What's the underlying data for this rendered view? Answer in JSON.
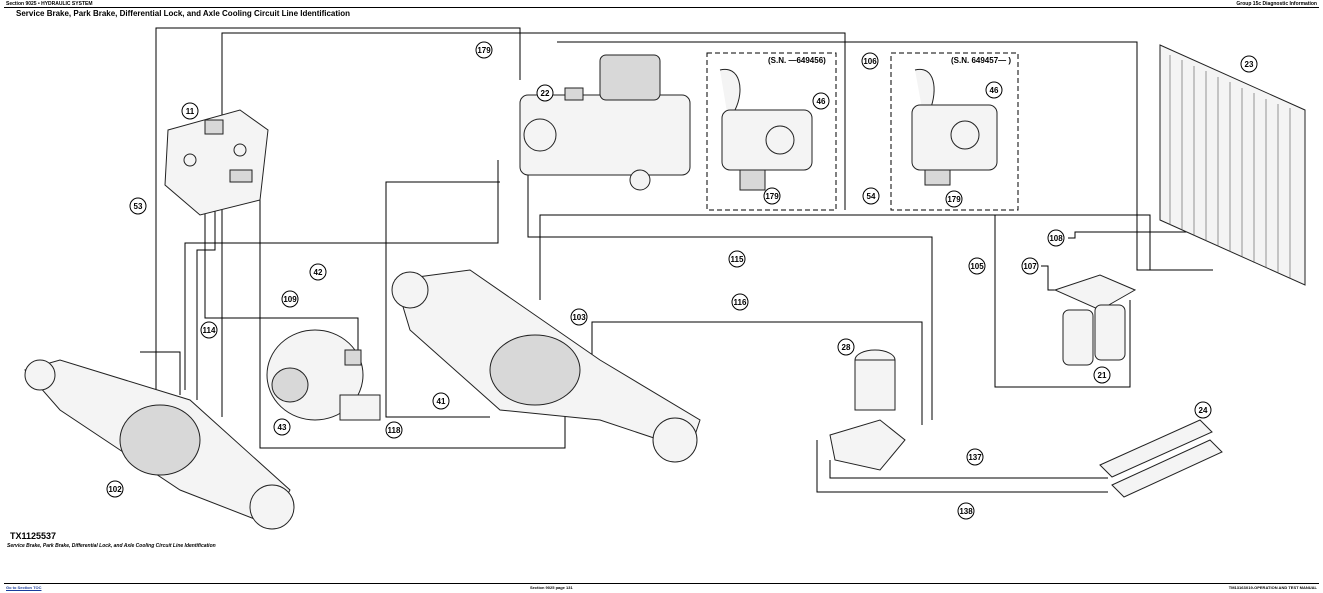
{
  "header": {
    "left": "Section 9025 • HYDRAULIC SYSTEM",
    "right": "Group 15c Diagnostic Information"
  },
  "title": "Service Brake, Park Brake, Differential Lock, and Axle Cooling Circuit Line Identification",
  "figure_id": "TX1125537",
  "caption": "Service Brake, Park Brake, Differential Lock, and Axle Cooling Circuit Line Identification",
  "serial_labels": {
    "left": "(S.N. —649456)",
    "right": "(S.N. 649457— )"
  },
  "callouts": {
    "c179a": "179",
    "c106": "106",
    "c23": "23",
    "c22": "22",
    "c46a": "46",
    "c46b": "46",
    "c11": "11",
    "c53": "53",
    "c179b": "179",
    "c179c": "179",
    "c54": "54",
    "c108": "108",
    "c107": "107",
    "c105": "105",
    "c42": "42",
    "c115": "115",
    "c109": "109",
    "c116": "116",
    "c103": "103",
    "c114": "114",
    "c28": "28",
    "c21": "21",
    "c41": "41",
    "c43": "43",
    "c118": "118",
    "c24": "24",
    "c137": "137",
    "c102": "102",
    "c138": "138"
  },
  "footer": {
    "left": "Go to Section TOC",
    "center": "Section 9025 page 131",
    "right": "TM13163X19-OPERATION AND TEST MANUAL"
  }
}
